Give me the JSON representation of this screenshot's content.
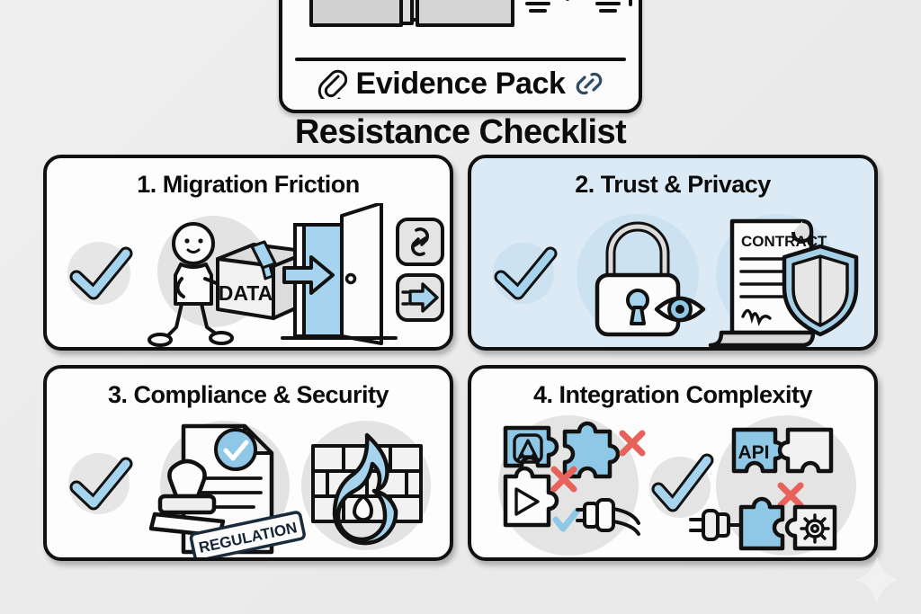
{
  "background_color": "#ececec",
  "header": {
    "badge_label": "Evidence Pack",
    "left_icon": "paperclip-icon",
    "right_icon": "chain-link-icon",
    "art_items": [
      "folder-stack-icon",
      "document-icon",
      "lightbulb-icon",
      "lightbulb-icon",
      "plus-sign",
      "plus-sign"
    ]
  },
  "title": "Resistance Checklist",
  "palette": {
    "accent_blue": "#a6d4ee",
    "accent_blue_dark": "#7cbfe3",
    "highlight_card_bg": "#dbeaf5",
    "outline": "#111111",
    "halo_gray": "#e3e3e3",
    "error_red": "#e8625c"
  },
  "cards": [
    {
      "number": "1.",
      "title": "1. Migration Friction",
      "highlighted": false,
      "checked": true,
      "box_label": "DATA",
      "icons": [
        "check-mark-icon",
        "person-carrying-box-icon",
        "data-box-icon",
        "open-door-icon",
        "blue-arrow-icon",
        "chain-link-button-icon",
        "dashed-arrow-button-icon"
      ]
    },
    {
      "number": "2.",
      "title": "2. Trust & Privacy",
      "highlighted": true,
      "checked": true,
      "document_label": "CONTRACT",
      "icons": [
        "check-mark-icon",
        "padlock-icon",
        "eye-icon",
        "contract-document-icon",
        "shield-icon"
      ]
    },
    {
      "number": "3.",
      "title": "3. Compliance & Security",
      "highlighted": false,
      "checked": true,
      "stamp_label": "REGULATION",
      "icons": [
        "check-mark-icon",
        "rubber-stamp-icon",
        "document-approved-icon",
        "firewall-icon",
        "flame-icon"
      ]
    },
    {
      "number": "4.",
      "title": "4. Integration Complexity",
      "highlighted": false,
      "checked": true,
      "api_label": "API",
      "icons": [
        "app-store-puzzle-icon",
        "play-store-puzzle-icon",
        "puzzle-piece-icon",
        "red-x-icon",
        "red-x-icon",
        "small-check-icon",
        "plug-icon",
        "check-mark-icon",
        "api-puzzle-icon",
        "gear-puzzle-icon",
        "red-x-icon",
        "plug-icon"
      ]
    }
  ],
  "watermark": "sparkle-icon"
}
